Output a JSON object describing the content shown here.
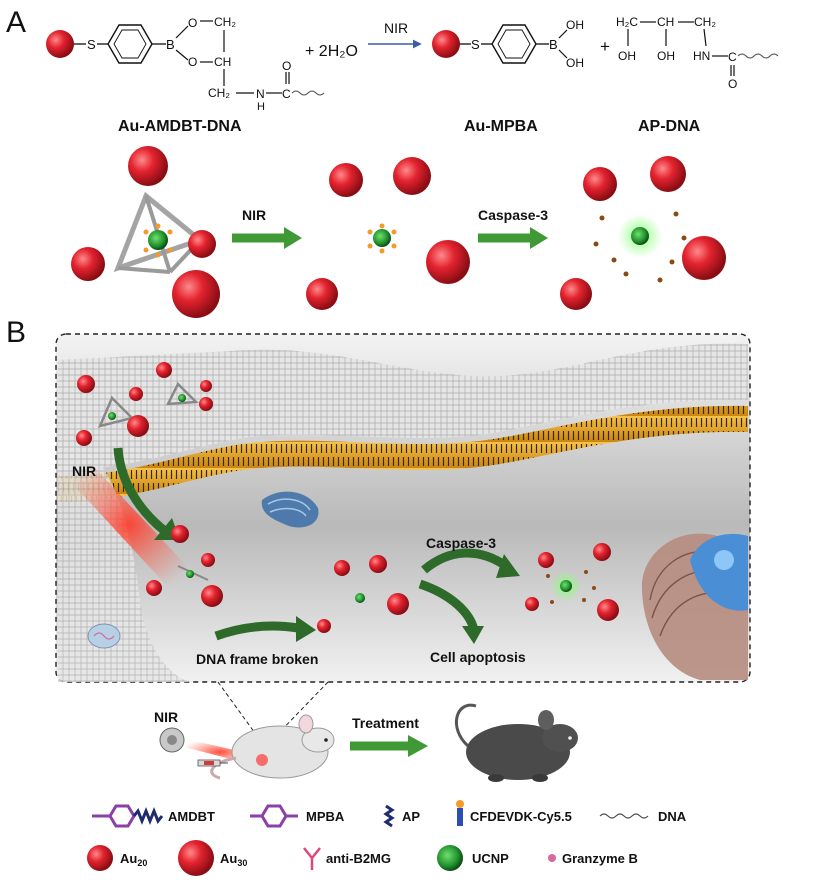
{
  "panels": {
    "a": "A",
    "b": "B"
  },
  "scheme": {
    "plus_water": "+ 2H₂O",
    "plus": "+",
    "arrow_label": "NIR",
    "s_atom": "S",
    "b_atom": "B",
    "o_atom": "O",
    "ch2": "CH₂",
    "ch": "CH",
    "h2c": "H₂C",
    "oh": "OH",
    "hn": "HN",
    "nh": "N",
    "h": "H",
    "c": "C",
    "reactant_label": "Au-AMDBT-DNA",
    "product1_label": "Au-MPBA",
    "product2_label": "AP-DNA"
  },
  "panel_a": {
    "step1": "NIR",
    "step2": "Caspase-3"
  },
  "panel_b": {
    "nir": "NIR",
    "frame_broken": "DNA frame broken",
    "caspase": "Caspase-3",
    "apoptosis": "Cell apoptosis",
    "mouse_nir": "NIR",
    "treatment": "Treatment"
  },
  "legend": {
    "row1": [
      "AMDBT",
      "MPBA",
      "AP",
      "CFDEVDK-Cy5.5",
      "DNA"
    ],
    "au20": "Au",
    "au20_sub": "20",
    "au30": "Au",
    "au30_sub": "30",
    "antibody": "anti-B2MG",
    "ucnp": "UCNP",
    "granzyme": "Granzyme B"
  },
  "colors": {
    "gold_red": "#d81e2a",
    "green_arrow": "#3f9a36",
    "dark_green": "#2e6b2a",
    "membrane_gold": "#e6a51d",
    "purple": "#8b3fa8",
    "pink": "#e0467a",
    "navy": "#1f2b6d",
    "ucnp_green": "#3cbc3c"
  }
}
